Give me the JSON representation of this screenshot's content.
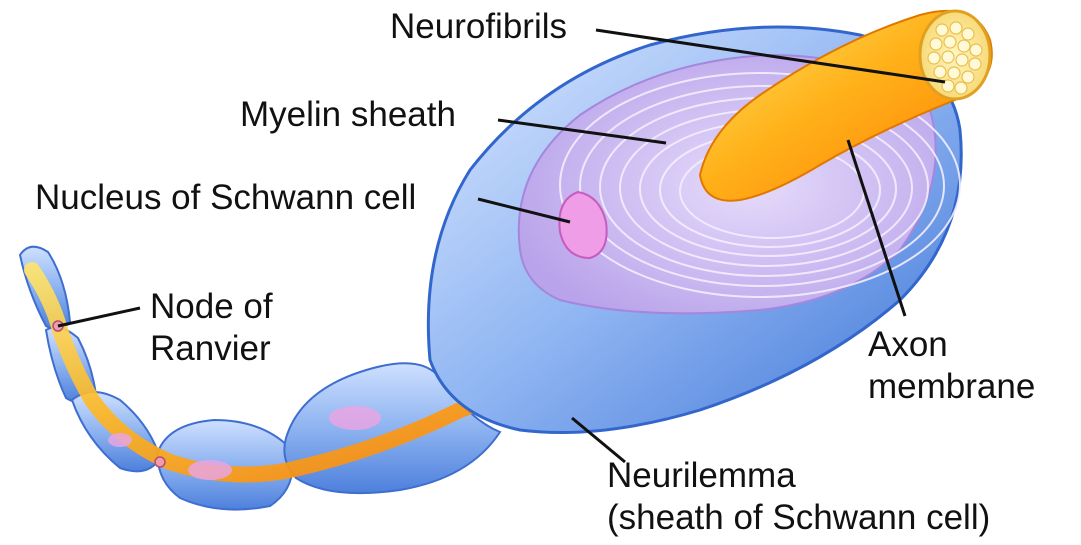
{
  "labels": {
    "neurofibrils": "Neurofibrils",
    "myelin_sheath": "Myelin sheath",
    "nucleus": "Nucleus of Schwann cell",
    "node_line1": "Node of",
    "node_line2": "Ranvier",
    "axon_line1": "Axon",
    "axon_line2": "membrane",
    "neurilemma_line1": "Neurilemma",
    "neurilemma_line2": "(sheath of Schwann cell)"
  },
  "colors": {
    "sheath_blue": "#5b8fe0",
    "sheath_light": "#a9c8f5",
    "myelin_lavender": "#cdb8ef",
    "axon_orange": "#ff9f0a",
    "axon_yellow": "#ffd84a",
    "nucleus_pink": "#e9a2e6",
    "leader_line": "#111111"
  }
}
